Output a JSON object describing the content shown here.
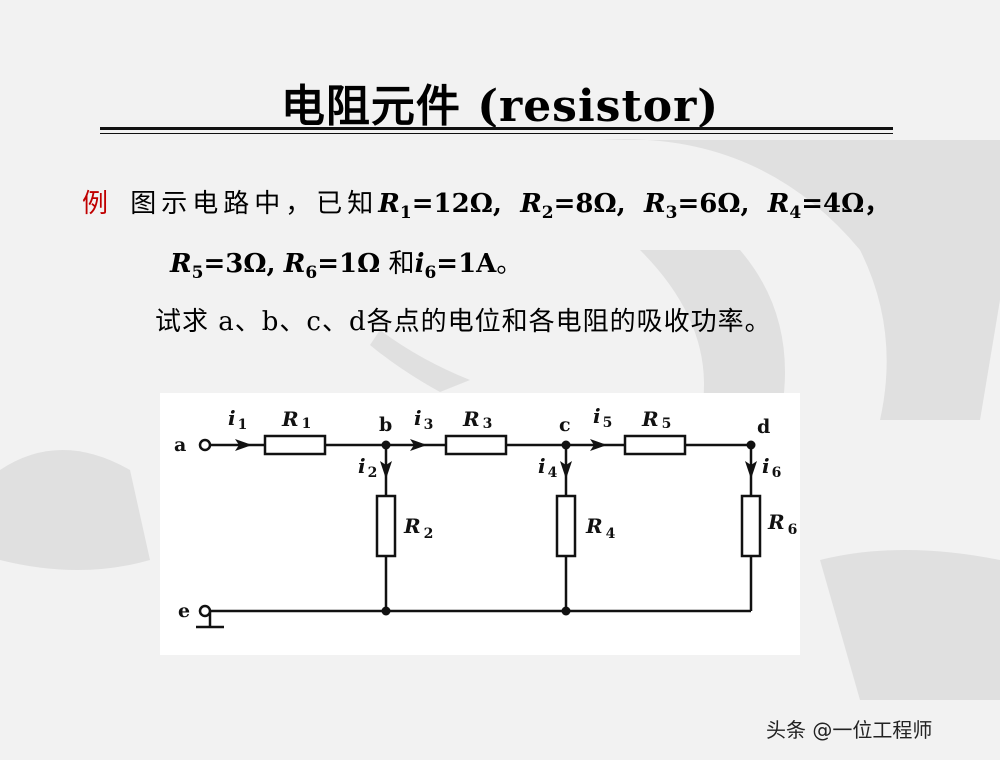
{
  "slide": {
    "title": "电阻元件 (resistor)",
    "example_label": "例",
    "line1_text": "图示电路中，已知",
    "line1_end": "，",
    "line2_mid": "和",
    "line2_end": "。",
    "line3_text": "试求 a、b、c、d各点的电位和各电阻的吸收功率。",
    "watermark": "头条 @一位工程师"
  },
  "given": {
    "R1": {
      "sym": "R",
      "sub": "1",
      "val": "=12Ω,"
    },
    "R2": {
      "sym": "R",
      "sub": "2",
      "val": "=8Ω,"
    },
    "R3": {
      "sym": "R",
      "sub": "3",
      "val": "=6Ω,"
    },
    "R4": {
      "sym": "R",
      "sub": "4",
      "val": "=4Ω"
    },
    "R5": {
      "sym": "R",
      "sub": "5",
      "val": "=3Ω,"
    },
    "R6": {
      "sym": "R",
      "sub": "6",
      "val": "=1Ω"
    },
    "i6": {
      "sym": "i",
      "sub": "6",
      "val": "=1A"
    }
  },
  "circuit": {
    "nodes": {
      "a": "a",
      "b": "b",
      "c": "c",
      "d": "d",
      "e": "e"
    },
    "resistors": {
      "R1": {
        "sym": "R",
        "sub": "1"
      },
      "R2": {
        "sym": "R",
        "sub": "2"
      },
      "R3": {
        "sym": "R",
        "sub": "3"
      },
      "R4": {
        "sym": "R",
        "sub": "4"
      },
      "R5": {
        "sym": "R",
        "sub": "5"
      },
      "R6": {
        "sym": "R",
        "sub": "6"
      }
    },
    "currents": {
      "i1": {
        "sym": "i",
        "sub": "1"
      },
      "i2": {
        "sym": "i",
        "sub": "2"
      },
      "i3": {
        "sym": "i",
        "sub": "3"
      },
      "i4": {
        "sym": "i",
        "sub": "4"
      },
      "i5": {
        "sym": "i",
        "sub": "5"
      },
      "i6": {
        "sym": "i",
        "sub": "6"
      }
    }
  },
  "colors": {
    "accent": "#c00000",
    "text": "#000000",
    "background": "#f2f2f2"
  }
}
